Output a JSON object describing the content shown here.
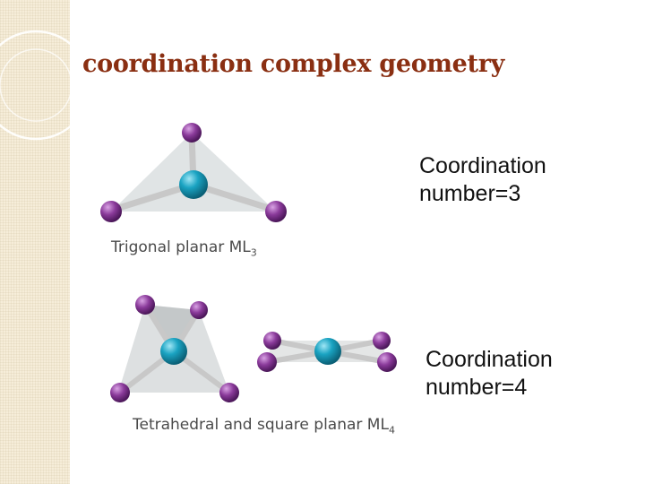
{
  "slide": {
    "title": "coordination complex geometry",
    "colors": {
      "title": "#8a2f12",
      "sidebar": "#f6edd9",
      "metal_atom": "#1597b5",
      "ligand_atom": "#8a3a9a",
      "bond": "#d9d9d9",
      "plane": "#d8dcdc"
    },
    "trigonal": {
      "caption_main": "Trigonal planar ML",
      "caption_sub": "3",
      "coord_line1": "Coordination",
      "coord_line2": "number=3"
    },
    "tetra_square": {
      "caption_main": "Tetrahedral and square planar ML",
      "caption_sub": "4",
      "coord_line1": "Coordination",
      "coord_line2": "number=4"
    }
  }
}
